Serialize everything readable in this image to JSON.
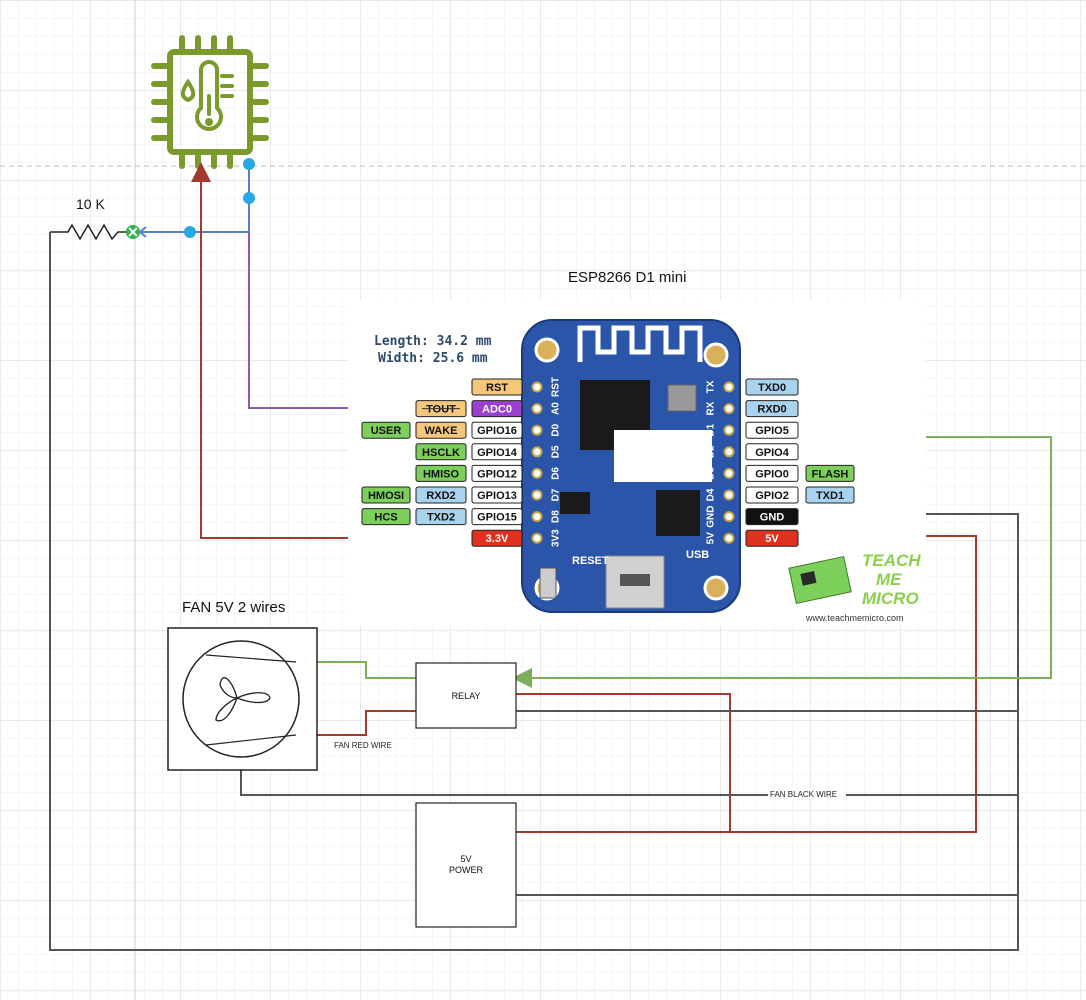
{
  "labels": {
    "resistor": "10 K",
    "board_title": "ESP8266 D1 mini",
    "fan_title": "FAN 5V 2 wires",
    "relay": "RELAY",
    "power_line1": "5V",
    "power_line2": "POWER",
    "fan_red_wire": "FAN RED WIRE",
    "fan_black_wire": "FAN BLACK WIRE"
  },
  "board": {
    "length": "Length: 34.2 mm",
    "width": "Width: 25.6 mm",
    "reset": "RESET",
    "usb": "USB",
    "left_silk": [
      "RST",
      "A0",
      "D0",
      "D5",
      "D6",
      "D7",
      "D8",
      "3V3"
    ],
    "right_silk": [
      "TX",
      "RX",
      "D1",
      "D2",
      "D3",
      "D4",
      "GND",
      "5V"
    ],
    "left_pins": [
      {
        "main": "RST"
      },
      {
        "main": "ADC0",
        "extra": "TOUT"
      },
      {
        "main": "GPIO16",
        "extra": "WAKE",
        "extra2": "USER"
      },
      {
        "main": "GPIO14",
        "extra": "HSCLK"
      },
      {
        "main": "GPIO12",
        "extra": "HMISO"
      },
      {
        "main": "GPIO13",
        "extra": "RXD2",
        "extra2": "HMOSI"
      },
      {
        "main": "GPIO15",
        "extra": "TXD2",
        "extra2": "HCS"
      },
      {
        "main": "3.3V"
      }
    ],
    "right_pins": [
      {
        "main": "TXD0"
      },
      {
        "main": "RXD0"
      },
      {
        "main": "GPIO5"
      },
      {
        "main": "GPIO4"
      },
      {
        "main": "GPIO0",
        "extra": "FLASH"
      },
      {
        "main": "GPIO2",
        "extra": "TXD1"
      },
      {
        "main": "GND"
      },
      {
        "main": "5V"
      }
    ]
  },
  "logo": {
    "line1": "TEACH",
    "line2": "ME",
    "line3": "MICRO",
    "url": "www.teachmemicro.com"
  },
  "colors": {
    "wire_blue": "#5b7ec9",
    "wire_red": "#a33a2e",
    "wire_purple": "#8a5ba8",
    "wire_green": "#7fae5a",
    "wire_black": "#555555",
    "sensor_green": "#7a9a2a",
    "board_blue": "#2a55a8",
    "pin_yellow": "#f5c77a",
    "pin_purple": "#9b3fd0",
    "pin_green": "#7ccf5a",
    "pin_blue": "#a9d2ee",
    "pin_red": "#e0301e",
    "pin_black": "#111111",
    "node_blue": "#29a8e6"
  },
  "icons": [
    "thermometer-sensor-icon",
    "resistor-icon",
    "fan-icon",
    "chip-icon",
    "wifi-antenna-icon"
  ]
}
